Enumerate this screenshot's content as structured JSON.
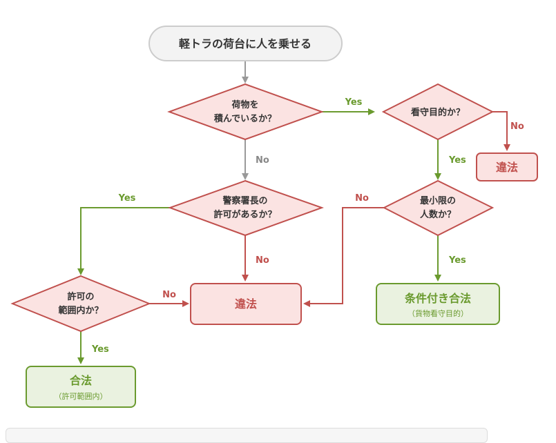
{
  "start": {
    "label": "軽トラの荷台に人を乗せる"
  },
  "decisions": {
    "cargo": {
      "line1": "荷物を",
      "line2": "積んでいるか？"
    },
    "police": {
      "line1": "警察署長の",
      "line2": "許可があるか？"
    },
    "scope": {
      "line1": "許可の",
      "line2": "範囲内か？"
    },
    "guard": {
      "line1": "看守目的か？"
    },
    "minimum": {
      "line1": "最小限の",
      "line2": "人数か？"
    }
  },
  "outcomes": {
    "illegal_center": {
      "label": "違法"
    },
    "illegal_right": {
      "label": "違法"
    },
    "legal": {
      "label": "合法",
      "sub": "（許可範囲内）"
    },
    "conditional": {
      "label": "条件付き合法",
      "sub": "（貨物看守目的）"
    }
  },
  "edge_labels": {
    "cargo_yes": "Yes",
    "cargo_no": "No",
    "guard_no": "No",
    "guard_yes": "Yes",
    "police_yes": "Yes",
    "police_no": "No",
    "minimum_no": "No",
    "minimum_yes": "Yes",
    "scope_no": "No",
    "scope_yes": "Yes"
  },
  "colors": {
    "yes": "#6a9a2e",
    "no_red": "#c0504d",
    "no_gray": "#999999",
    "decision_fill": "#fbe3e2",
    "decision_stroke": "#c0504d",
    "illegal_fill": "#fbe3e2",
    "legal_fill": "#eaf2e0",
    "legal_stroke": "#6a9a2e",
    "start_fill": "#f3f3f3",
    "start_stroke": "#cccccc"
  }
}
